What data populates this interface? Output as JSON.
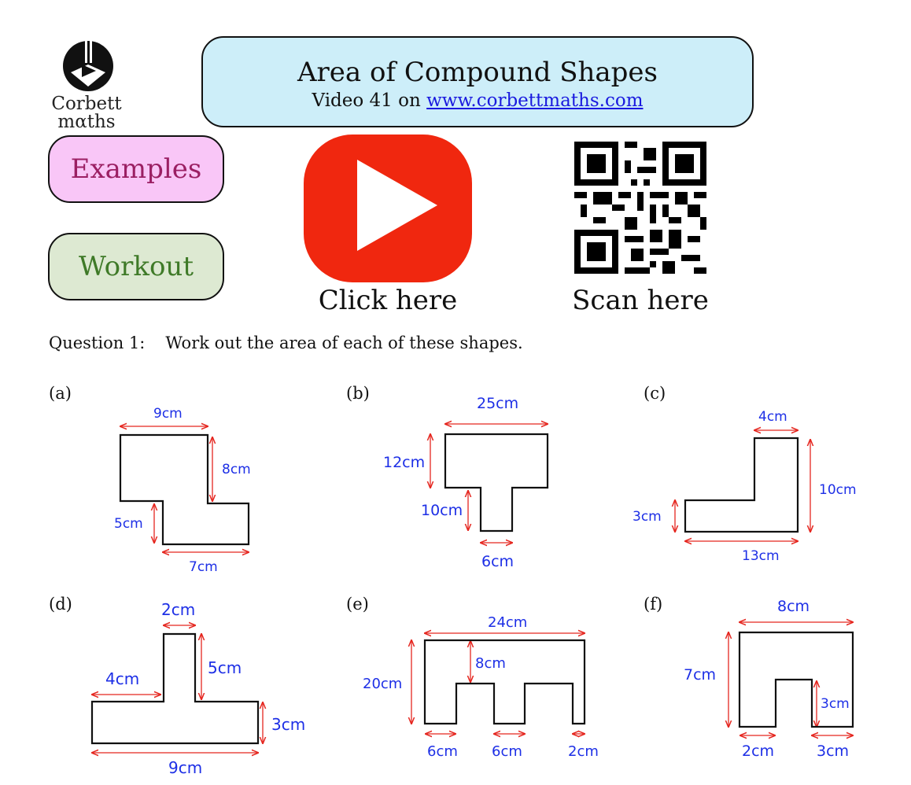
{
  "logo": {
    "line1": "Corbett",
    "line2": "mαths"
  },
  "header": {
    "title": "Area of Compound Shapes",
    "video_text": "Video 41 on ",
    "link_text": "www.corbettmaths.com"
  },
  "buttons": {
    "examples": "Examples",
    "workout": "Workout"
  },
  "captions": {
    "click": "Click here",
    "scan": "Scan here"
  },
  "question": {
    "number": "Question 1:",
    "text": "Work out the area of each of these shapes."
  },
  "shapes": {
    "a": {
      "label": "(a)",
      "top": "9cm",
      "right": "8cm",
      "left": "5cm",
      "bottom": "7cm"
    },
    "b": {
      "label": "(b)",
      "top": "25cm",
      "left": "12cm",
      "stem": "10cm",
      "bottom": "6cm"
    },
    "c": {
      "label": "(c)",
      "top": "4cm",
      "right": "10cm",
      "left": "3cm",
      "bottom": "13cm"
    },
    "d": {
      "label": "(d)",
      "top": "2cm",
      "stem": "5cm",
      "arm": "4cm",
      "right": "3cm",
      "bottom": "9cm"
    },
    "e": {
      "label": "(e)",
      "top": "24cm",
      "left": "20cm",
      "inner": "8cm",
      "b1": "6cm",
      "b2": "6cm",
      "b3": "2cm"
    },
    "f": {
      "label": "(f)",
      "top": "8cm",
      "left": "7cm",
      "inner": "3cm",
      "b1": "2cm",
      "b2": "3cm"
    }
  },
  "colors": {
    "arrow": "#e5261f",
    "label": "#1d2fe6",
    "title_bg": "#cdeef9",
    "play": "#f0270f"
  }
}
